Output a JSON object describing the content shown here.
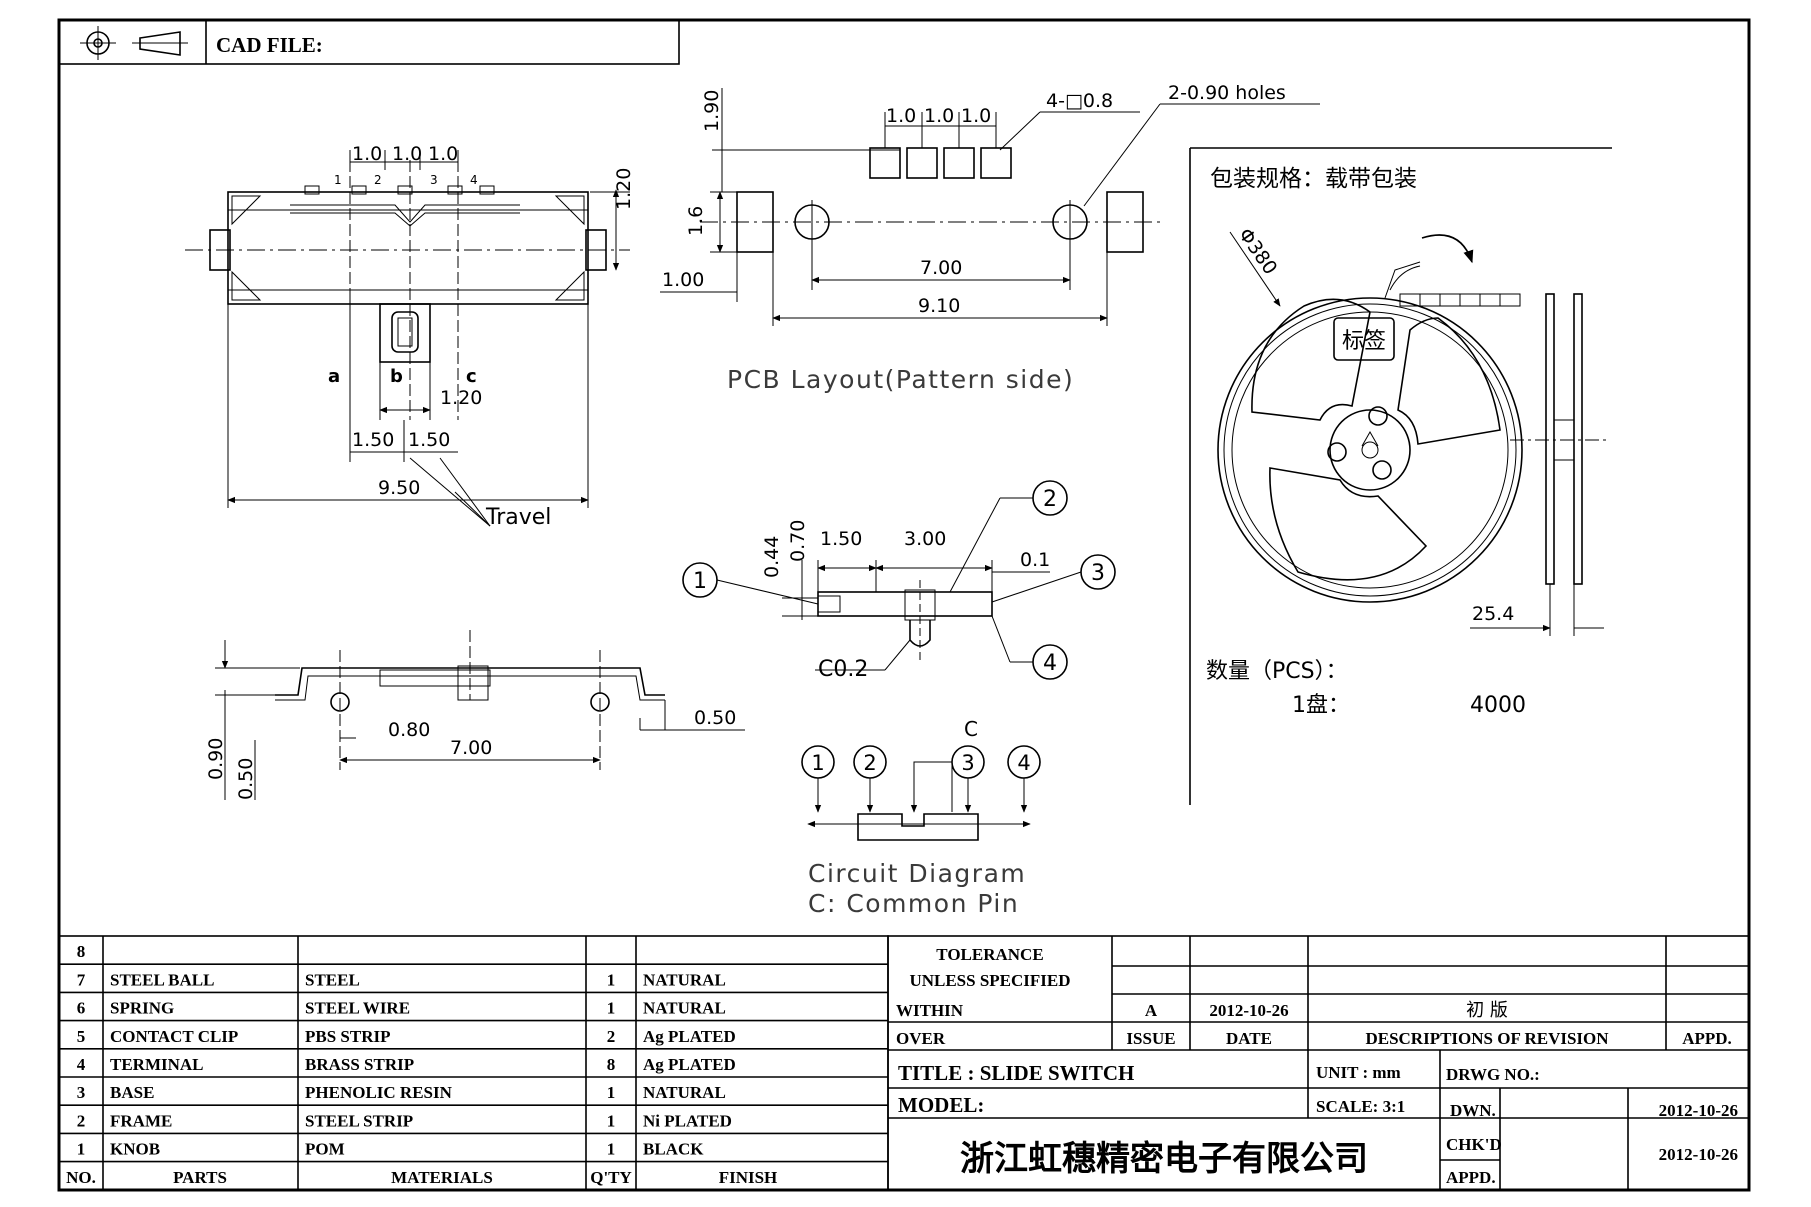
{
  "header": {
    "cad_file_label": "CAD FILE:"
  },
  "side_view": {
    "dims_top": [
      "1.0",
      "1.0",
      "1.0"
    ],
    "dim_height_right": "1.20",
    "pin_numbers": [
      "1",
      "2",
      "3",
      "4"
    ],
    "positions": [
      "a",
      "b",
      "c"
    ],
    "dim_120": "1.20",
    "dims_150": [
      "1.50",
      "1.50"
    ],
    "dim_total": "9.50",
    "travel_label": "Travel"
  },
  "front_view": {
    "dim_090": "0.90",
    "dim_050_left": "0.50",
    "dim_080": "0.80",
    "dim_700": "7.00",
    "dim_050_right": "0.50"
  },
  "pcb_layout": {
    "dim_190": "1.90",
    "dims_top": [
      "1.0",
      "1.0",
      "1.0"
    ],
    "pad_note": "4-□0.8",
    "hole_note": "2-0.90 holes",
    "dim_16": "1.6",
    "dim_100": "1.00",
    "dim_700": "7.00",
    "dim_910": "9.10",
    "caption": "PCB Layout(Pattern side)"
  },
  "detail_view": {
    "dim_044": "0.44",
    "dim_070": "0.70",
    "dim_150": "1.50",
    "dim_300": "3.00",
    "dim_01": "0.1",
    "chamfer": "C0.2",
    "callouts": [
      "1",
      "2",
      "3",
      "4"
    ]
  },
  "circuit": {
    "common_letter": "C",
    "pins": [
      "1",
      "2",
      "3",
      "4"
    ],
    "caption_line1": "Circuit Diagram",
    "caption_line2": "C: Common Pin"
  },
  "packaging": {
    "title": "包装规格：载带包装",
    "diameter": "Φ380",
    "label_tag": "标签",
    "width_dim": "25.4",
    "qty_label": "数量（PCS）：",
    "per_reel_label": "1盘：",
    "per_reel_value": "4000"
  },
  "bom": {
    "rows": [
      {
        "no": "8",
        "part": "",
        "material": "",
        "qty": "",
        "finish": ""
      },
      {
        "no": "7",
        "part": "STEEL BALL",
        "material": "STEEL",
        "qty": "1",
        "finish": "NATURAL"
      },
      {
        "no": "6",
        "part": "SPRING",
        "material": "STEEL WIRE",
        "qty": "1",
        "finish": "NATURAL"
      },
      {
        "no": "5",
        "part": "CONTACT CLIP",
        "material": "PBS STRIP",
        "qty": "2",
        "finish": "Ag PLATED"
      },
      {
        "no": "4",
        "part": "TERMINAL",
        "material": "BRASS STRIP",
        "qty": "8",
        "finish": "Ag PLATED"
      },
      {
        "no": "3",
        "part": "BASE",
        "material": "PHENOLIC RESIN",
        "qty": "1",
        "finish": "NATURAL"
      },
      {
        "no": "2",
        "part": "FRAME",
        "material": "STEEL STRIP",
        "qty": "1",
        "finish": "Ni PLATED"
      },
      {
        "no": "1",
        "part": "KNOB",
        "material": "POM",
        "qty": "1",
        "finish": "BLACK"
      }
    ],
    "header": {
      "no": "NO.",
      "part": "PARTS",
      "material": "MATERIALS",
      "qty": "Q'TY",
      "finish": "FINISH"
    }
  },
  "title_block": {
    "tolerance": "TOLERANCE",
    "unless": "UNLESS SPECIFIED",
    "within": "WITHIN",
    "over": "OVER",
    "rev_issue": "A",
    "rev_date": "2012-10-26",
    "rev_desc": "初 版",
    "issue_label": "ISSUE",
    "date_label": "DATE",
    "desc_label": "DESCRIPTIONS OF REVISION",
    "appd_label": "APPD.",
    "title_label": "TITLE : SLIDE SWITCH",
    "unit_label": "UNIT : mm",
    "drwg_label": "DRWG NO.:",
    "model_label": "MODEL:",
    "scale_label": "SCALE: 3:1",
    "dwn_label": "DWN.",
    "dwn_date": "2012-10-26",
    "company": "浙江虹穗精密电子有限公司",
    "chkd_label": "CHK'D",
    "chkd_date": "2012-10-26",
    "appd2_label": "APPD."
  }
}
